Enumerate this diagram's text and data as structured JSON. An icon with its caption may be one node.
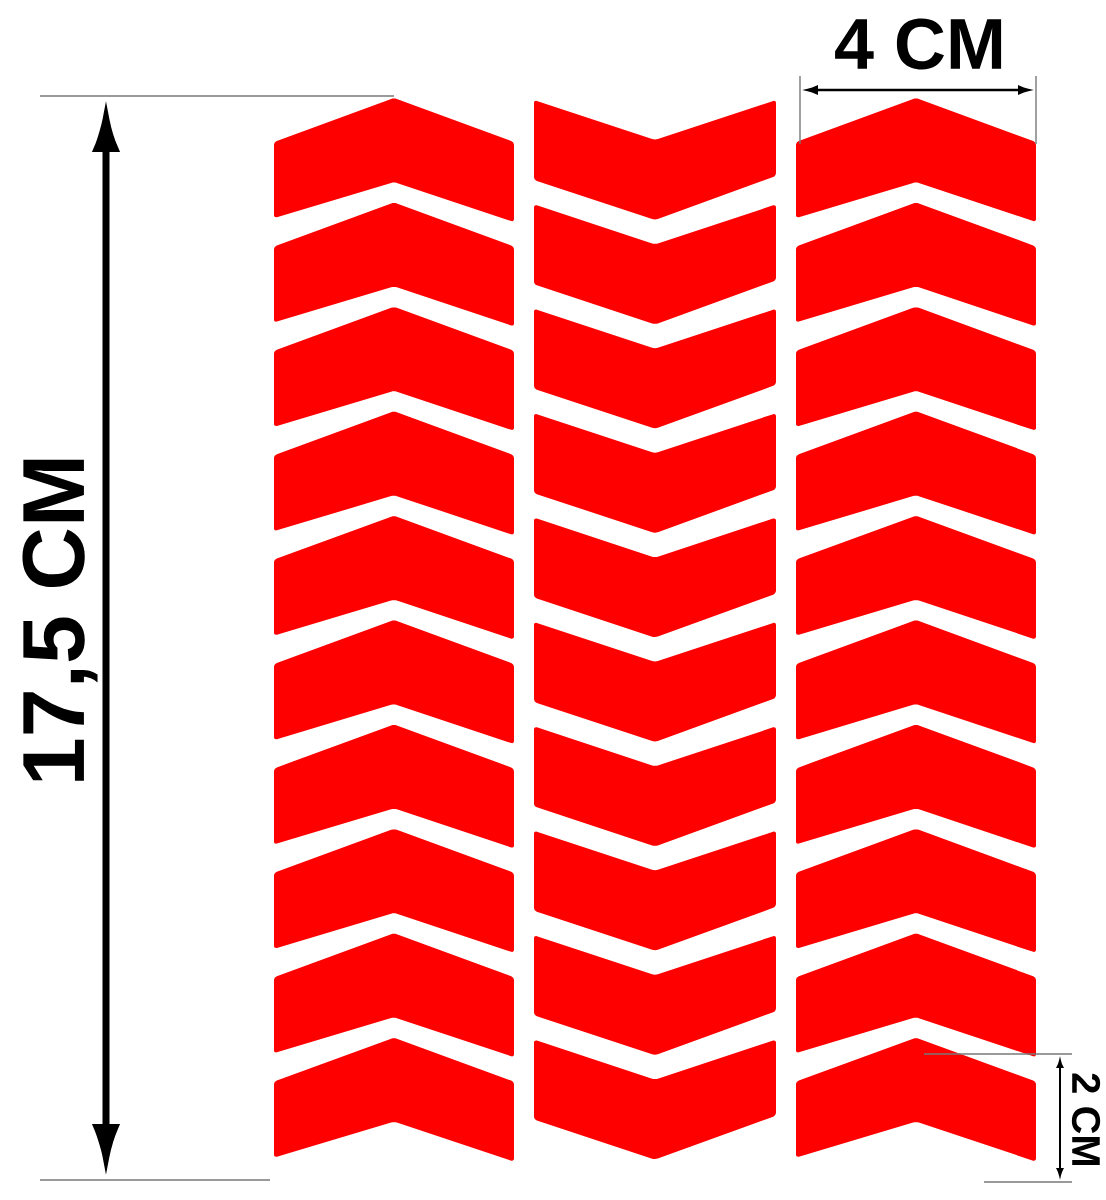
{
  "diagram": {
    "labels": [
      "4 CM",
      "17,5 CM",
      "2 CM"
    ]
  }
}
